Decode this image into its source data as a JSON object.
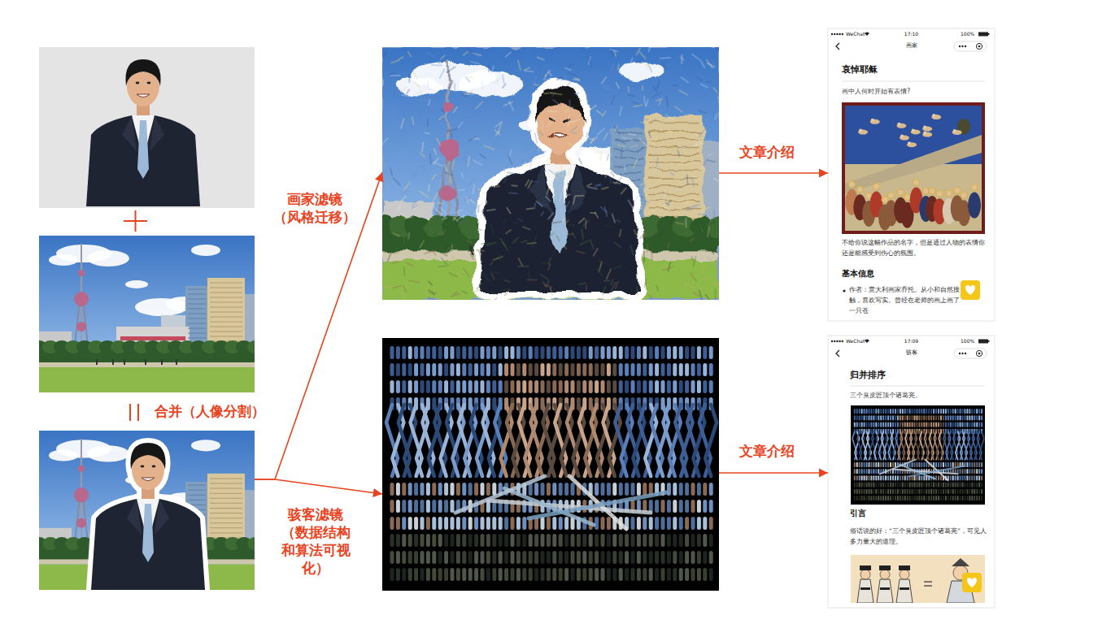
{
  "diagram": {
    "nodes": [
      {
        "text": []
      },
      {
        "text": []
      },
      {
        "text": []
      },
      {
        "text": []
      },
      {
        "text": []
      },
      {
        "text": [
          "WeChat",
          "17:10",
          "100%",
          "画家",
          "哀悼耶稣",
          "画中人何时开始有表情?",
          "不给你说这幅作品的名字，但是通过人物的表情你还是能感受到伤心的氛围。",
          "基本信息",
          "作者：意大利画家乔托。从小和自然接触，喜欢写实。曾经在老师的画上画了一只苍"
        ]
      },
      {
        "text": [
          "WeChat",
          "17:09",
          "100%",
          "骇客",
          "归并排序",
          "三个臭皮匠顶个诸葛亮。",
          "引言",
          "俗话说的好：“三个臭皮匠顶个诸葛亮”，可见人多力量大的道理。"
        ]
      }
    ],
    "edges": [
      {
        "from": 2,
        "to": 3,
        "arrow": "to",
        "label": "画家滤镜（风格迁移）"
      },
      {
        "from": 2,
        "to": 4,
        "arrow": "to",
        "label": "骇客滤镜（数据结构和算法可视化）"
      },
      {
        "from": 3,
        "to": 5,
        "arrow": "to",
        "label": "文章介绍"
      },
      {
        "from": 4,
        "to": 6,
        "arrow": "to",
        "label": "文章介绍"
      }
    ],
    "labels": [
      "合并（人像分割）"
    ]
  }
}
